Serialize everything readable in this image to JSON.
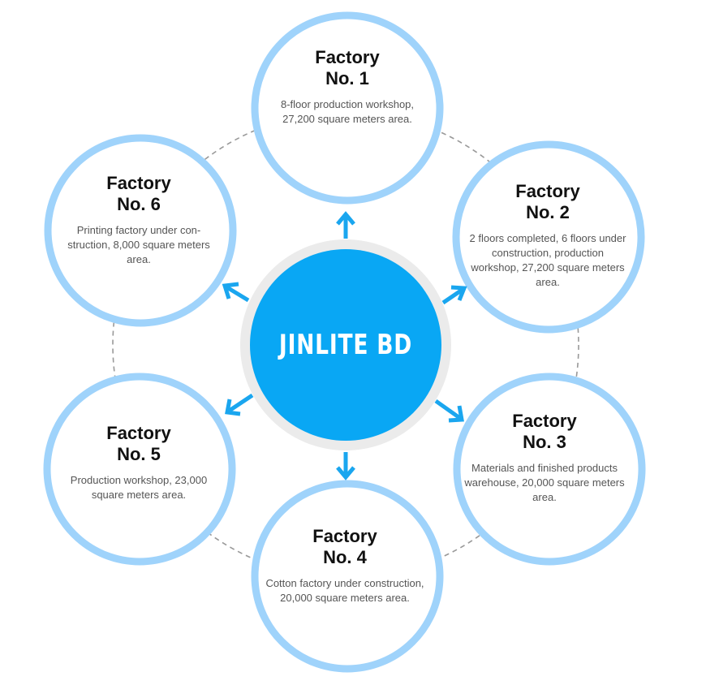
{
  "hub": {
    "label": "JINLITE BD",
    "color": "#09a7f4",
    "ring_color": "#ebebeb"
  },
  "colors": {
    "node_border": "#9fd3fb",
    "arrow": "#1aa6ef",
    "dashed_ring": "#999999"
  },
  "factories": [
    {
      "id": "node-1",
      "title_line1": "Factory",
      "title_line2": "No. 1",
      "desc": "8-floor production workshop, 27,200 square meters area."
    },
    {
      "id": "node-2",
      "title_line1": "Factory",
      "title_line2": "No. 2",
      "desc": "2 floors completed, 6 floors under construction, production workshop, 27,200 square meters area."
    },
    {
      "id": "node-3",
      "title_line1": "Factory",
      "title_line2": "No. 3",
      "desc": "Materials and finished products warehouse, 20,000 square meters area."
    },
    {
      "id": "node-4",
      "title_line1": "Factory",
      "title_line2": "No. 4",
      "desc": "Cotton factory under construction, 20,000 square meters area."
    },
    {
      "id": "node-5",
      "title_line1": "Factory",
      "title_line2": "No. 5",
      "desc": "Production workshop, 23,000 square meters area."
    },
    {
      "id": "node-6",
      "title_line1": "Factory",
      "title_line2": "No. 6",
      "desc": "Printing factory under con-struction, 8,000 square meters area."
    }
  ]
}
